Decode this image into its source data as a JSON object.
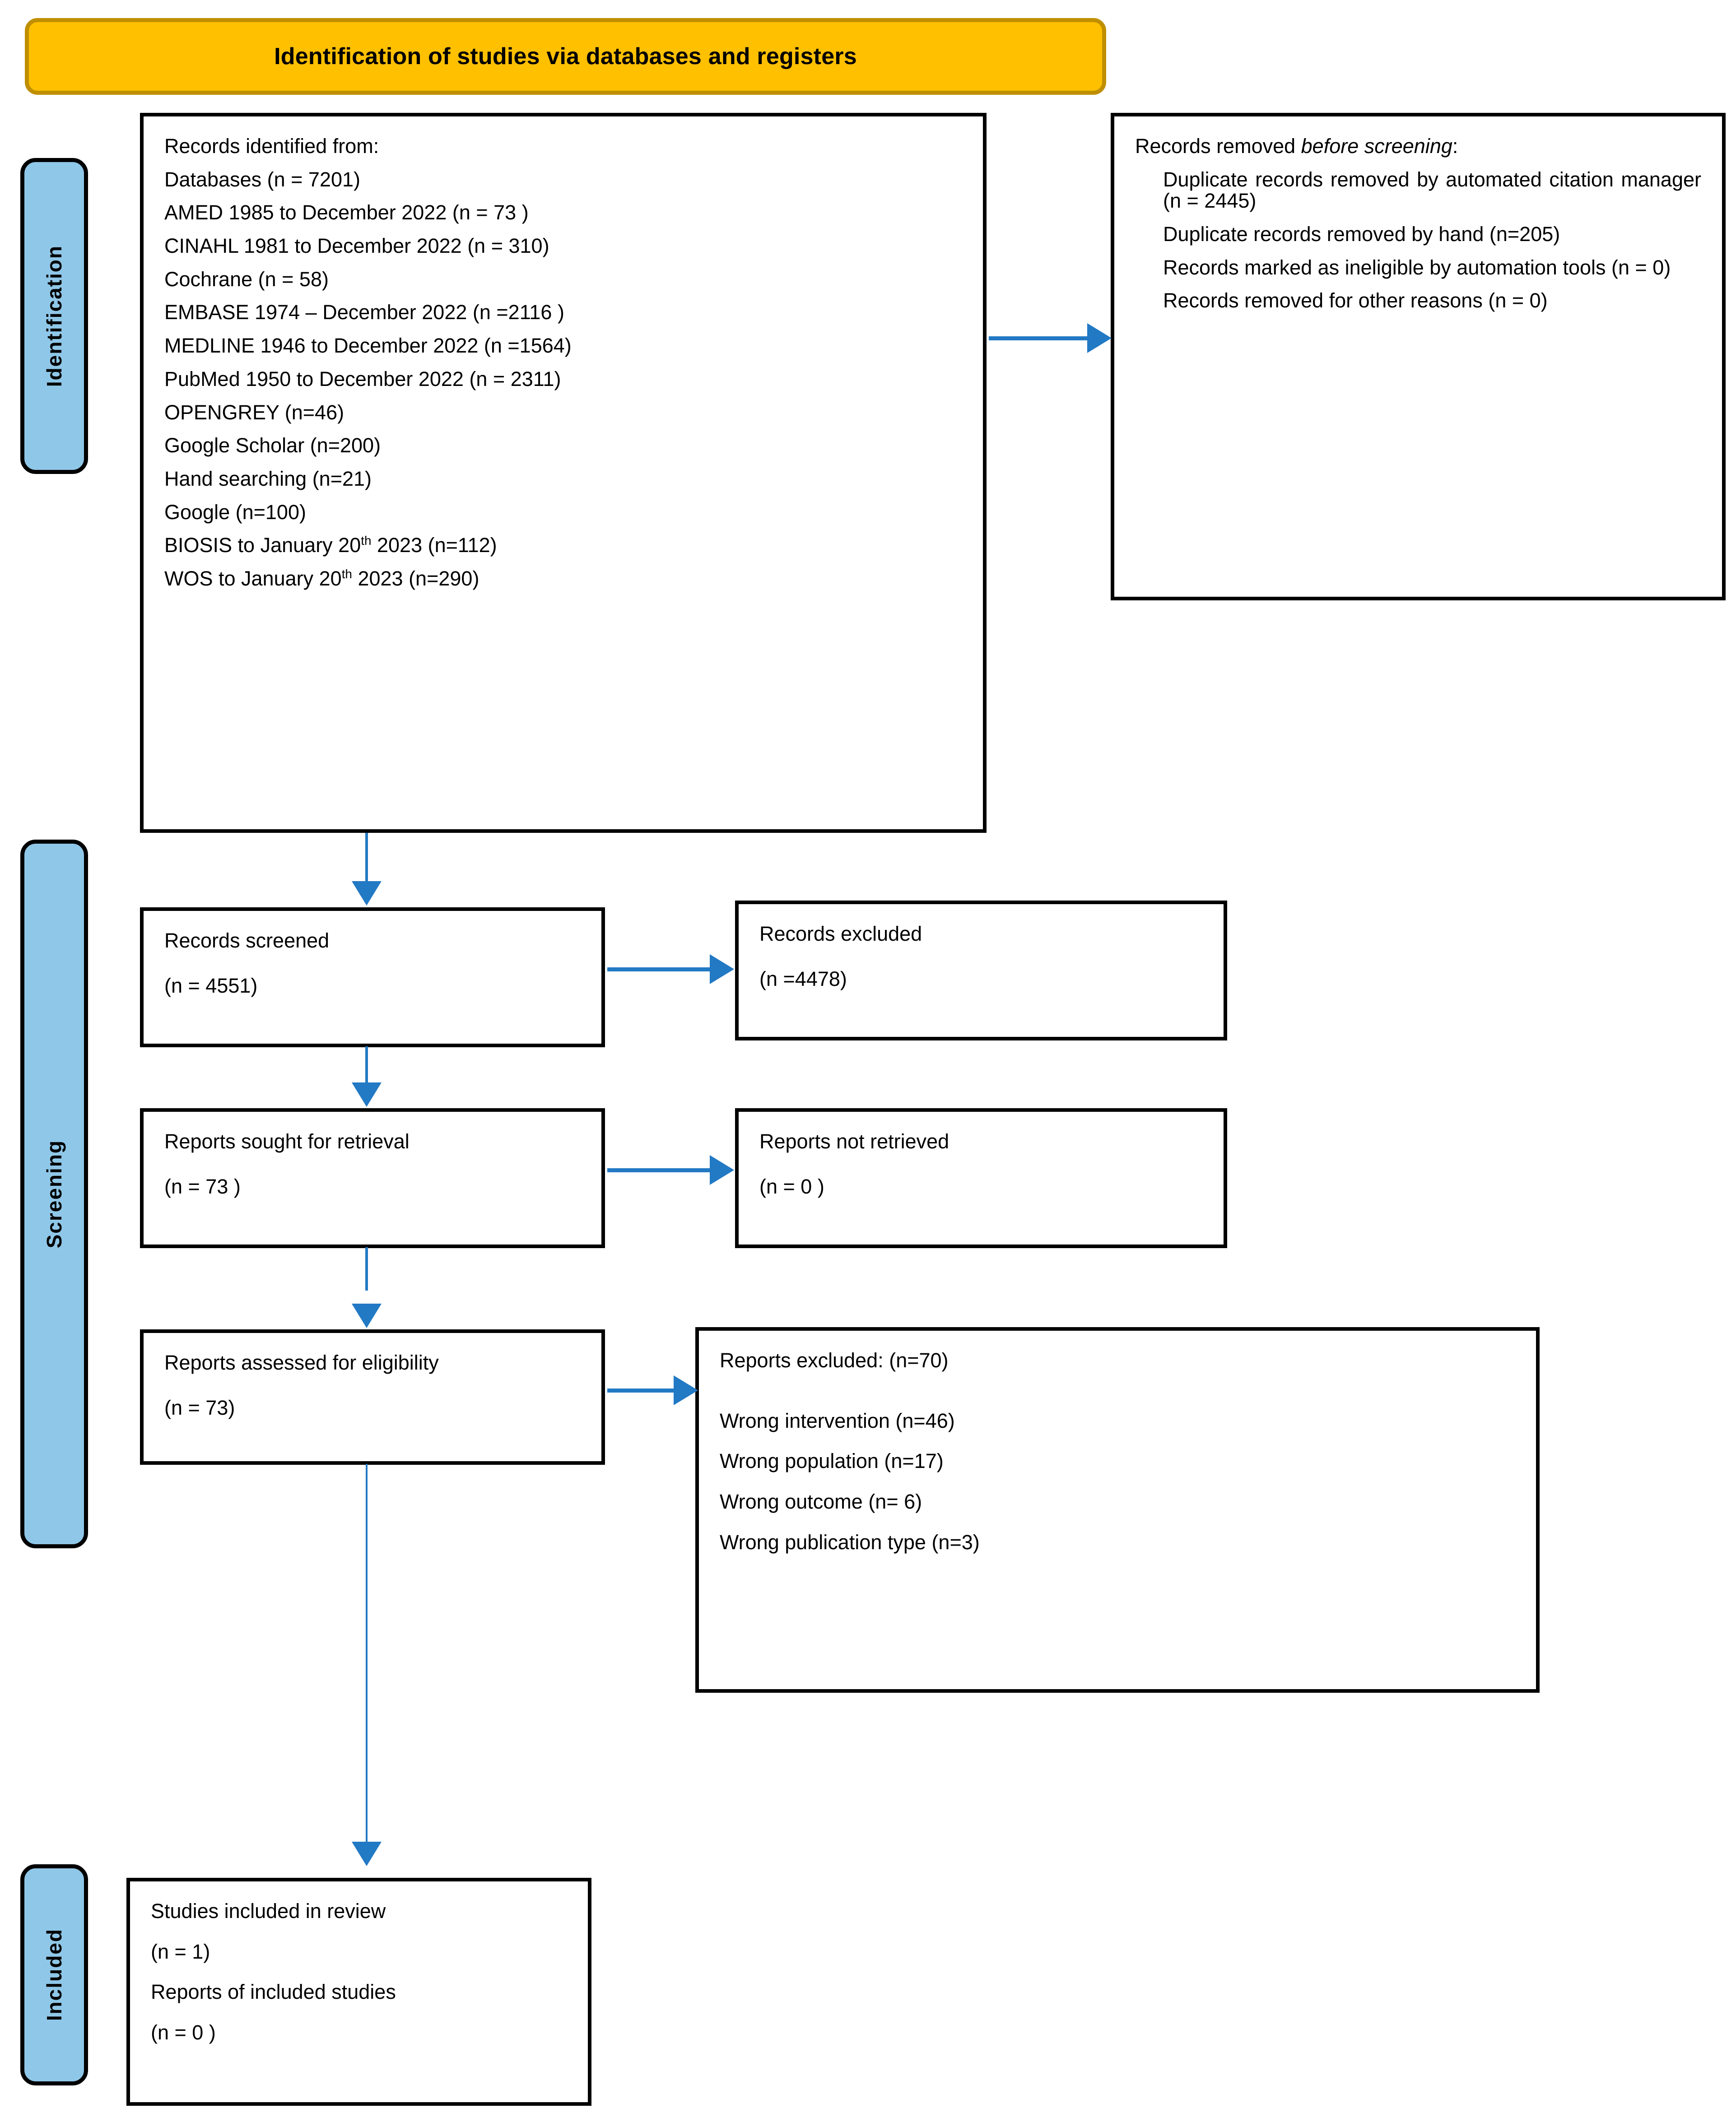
{
  "banner": {
    "title": "Identification of studies via databases and registers"
  },
  "stages": [
    {
      "key": "identification",
      "label": "Identification"
    },
    {
      "key": "screening",
      "label": "Screening"
    },
    {
      "key": "included",
      "label": "Included"
    }
  ],
  "boxes": {
    "records_identified": {
      "heading": "Records identified from:",
      "lines": [
        "Databases (n = 7201)",
        "AMED   1985 to December 2022   (n = 73 )",
        "CINAHL 1981 to December 2022 (n = 310)",
        "Cochrane (n = 58)",
        "EMBASE 1974 – December 2022 (n =2116 )",
        "MEDLINE 1946 to December 2022 (n =1564)",
        "PubMed 1950 to December 2022 (n = 2311)",
        "OPENGREY (n=46)",
        "Google Scholar (n=200)",
        "Hand searching (n=21)",
        "Google (n=100)"
      ],
      "biosis_pre": "BIOSIS to January 20",
      "biosis_sup": "th",
      "biosis_post": " 2023 (n=112)",
      "wos_pre": "WOS to January 20",
      "wos_sup": "th",
      "wos_post": " 2023 (n=290)"
    },
    "records_removed": {
      "heading_pre": "Records removed ",
      "heading_italic": "before screening",
      "heading_post": ":",
      "items": [
        "Duplicate records removed by automated citation manager   (n = 2445)",
        "Duplicate records removed by hand (n=205)",
        "Records marked as ineligible by automation tools (n = 0)",
        "Records removed for other reasons (n = 0)"
      ]
    },
    "records_screened": {
      "label": "Records screened",
      "count": "(n = 4551)"
    },
    "records_excluded": {
      "label": "Records excluded",
      "count": "(n =4478)"
    },
    "reports_sought": {
      "label": "Reports sought for retrieval",
      "count": "(n = 73 )"
    },
    "reports_not_retrieved": {
      "label": "Reports not retrieved",
      "count": "(n = 0 )"
    },
    "reports_assessed": {
      "label": "Reports assessed for eligibility",
      "count": "(n = 73)"
    },
    "reports_excluded": {
      "heading": "Reports excluded: (n=70)",
      "reasons": [
        "Wrong intervention (n=46)",
        "Wrong population (n=17)",
        "Wrong outcome (n= 6)",
        "Wrong publication type (n=3)"
      ]
    },
    "included": {
      "studies_label": "Studies included in review",
      "studies_count": "(n = 1)",
      "reports_label": "Reports of included studies",
      "reports_count": "(n = 0 )"
    }
  },
  "colors": {
    "banner_fill": "#FFC000",
    "banner_border": "#BF8F00",
    "stagebar_fill": "#8FC7E8",
    "arrow": "#2279C4",
    "box_border": "#000000"
  }
}
